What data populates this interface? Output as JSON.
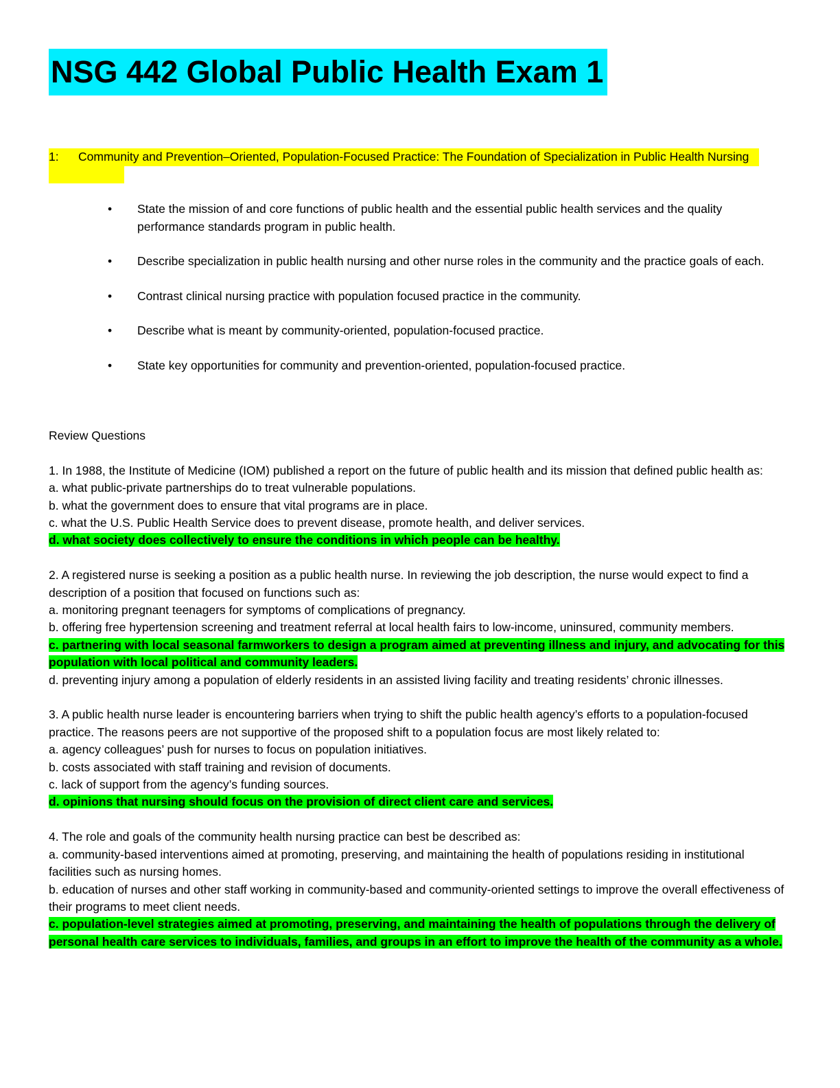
{
  "title": "NSG 442 Global Public Health Exam 1",
  "section": {
    "number": "1:",
    "heading": "Community and Prevention–Oriented, Population-Focused Practice: The Foundation of Specialization in Public Health Nursing"
  },
  "objectives": [
    "State the mission of and core functions of public health and the essential public health services and the quality performance standards program in public health.",
    "Describe specialization in public health nursing and other nurse roles in the community and the practice goals of each.",
    "Contrast clinical nursing practice with population focused practice in the community.",
    "Describe what is meant by community-oriented, population-focused practice.",
    "State key opportunities for community and prevention-oriented, population-focused practice."
  ],
  "bullet_glyph": "•",
  "review_heading": "Review Questions",
  "questions": [
    {
      "stem": "1. In 1988, the Institute of Medicine (IOM) published a report on the future of public health and its mission that defined public health as:",
      "options": [
        {
          "text": "a. what public-private partnerships do to treat vulnerable populations.",
          "correct": false
        },
        {
          "text": "b. what the government does to ensure that vital programs are in place.",
          "correct": false
        },
        {
          "text": "c. what the U.S. Public Health Service does to prevent disease, promote health, and deliver services.",
          "correct": false
        },
        {
          "text": "d. what society does collectively to ensure the conditions in which people can be healthy.",
          "correct": true
        }
      ]
    },
    {
      "stem": "2. A registered nurse is seeking a position as a public health nurse. In reviewing the job description, the nurse would expect to find a description of a position that focused on functions such as:",
      "options": [
        {
          "text": "a. monitoring pregnant teenagers for symptoms of complications of pregnancy.",
          "correct": false
        },
        {
          "text": "b. offering free hypertension screening and treatment referral at local health fairs to low-income, uninsured, community members.",
          "correct": false
        },
        {
          "text": "c. partnering with local seasonal farmworkers to design a program aimed at preventing illness and injury, and advocating for this population with local political and community leaders.",
          "correct": true
        },
        {
          "text": "d. preventing injury among a population of elderly residents in an assisted living facility and treating residents’ chronic illnesses.",
          "correct": false
        }
      ]
    },
    {
      "stem": "3. A public health nurse leader is encountering barriers when trying to shift the public health agency’s efforts to a population-focused practice. The reasons peers are not supportive of the proposed shift to a population focus are most likely related to:",
      "options": [
        {
          "text": "a. agency colleagues’ push for nurses to focus on population initiatives.",
          "correct": false
        },
        {
          "text": "b. costs associated with staff training and revision of documents.",
          "correct": false
        },
        {
          "text": "c. lack of support from the agency’s funding sources.",
          "correct": false
        },
        {
          "text": "d. opinions that nursing should focus on the provision of direct client care and services.",
          "correct": true
        }
      ]
    },
    {
      "stem": "4. The role and goals of the community health nursing practice can best be described as:",
      "options": [
        {
          "text": "a. community-based interventions aimed at promoting, preserving, and maintaining the health of populations residing in institutional facilities such as nursing homes.",
          "correct": false
        },
        {
          "text": "b. education of nurses and other staff working in community-based and community-oriented settings to improve the overall effectiveness of their programs to meet client needs.",
          "correct": false
        },
        {
          "text": "c. population-level strategies aimed at promoting, preserving, and maintaining the health of populations through the delivery of personal health care services to individuals, families, and groups in an effort to improve the health of the community as a whole.",
          "correct": true
        }
      ]
    }
  ],
  "colors": {
    "title_highlight": "#00eeff",
    "section_highlight": "#ffff00",
    "answer_highlight": "#00ff00"
  }
}
